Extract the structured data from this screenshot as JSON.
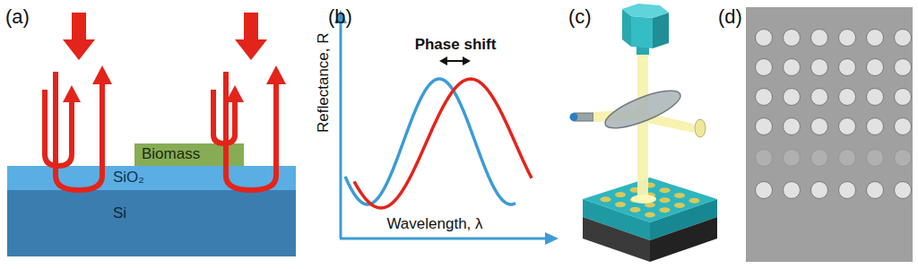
{
  "diagram": {
    "nodes": [
      {
        "text": [
          "Biomass"
        ]
      },
      {
        "text": [
          "SiO₂"
        ]
      },
      {
        "text": [
          "Si"
        ]
      }
    ],
    "labels": [
      "(a)",
      "(b)",
      "Phase shift",
      "Reflectance, R",
      "Wavelength, λ",
      "(c)",
      "(d)"
    ]
  }
}
